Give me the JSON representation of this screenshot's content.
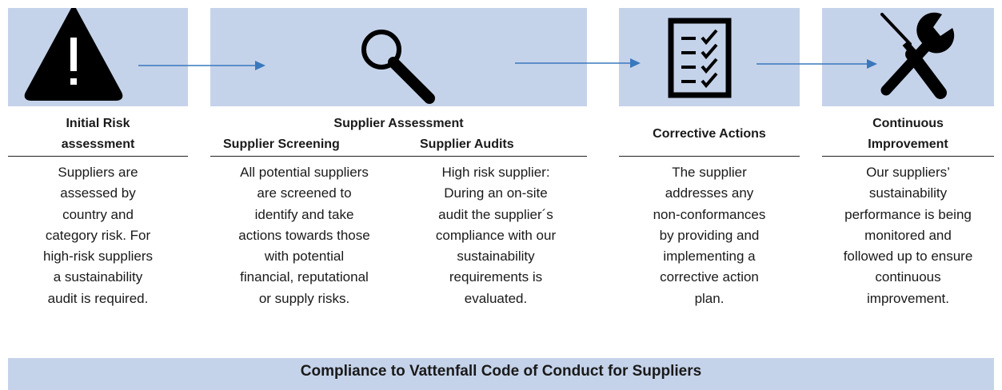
{
  "steps": {
    "initial_risk": {
      "icon": "warning-icon",
      "title": "Initial Risk assessment",
      "title_line1": "Initial Risk",
      "title_line2": "assessment",
      "body": [
        "Suppliers are",
        "assessed by",
        "country and",
        "category risk. For",
        "high-risk suppliers",
        "a sustainability",
        "audit is required."
      ]
    },
    "supplier_assessment": {
      "icon": "search-icon",
      "title": "Supplier Assessment",
      "screening": {
        "title": "Supplier Screening",
        "body": [
          "All potential suppliers",
          "are screened to",
          "identify and take",
          "actions towards those",
          "with potential",
          "financial, reputational",
          "or supply risks."
        ]
      },
      "audits": {
        "title": "Supplier Audits",
        "body": [
          "High risk supplier:",
          "During an on-site",
          "audit the supplier´s",
          "compliance with our",
          "sustainability",
          "requirements is",
          "evaluated."
        ]
      }
    },
    "corrective_actions": {
      "icon": "checklist-icon",
      "title": "Corrective Actions",
      "body": [
        "The supplier",
        "addresses any",
        "non-conformances",
        "by providing and",
        "implementing a",
        "corrective action",
        "plan."
      ]
    },
    "continuous_improvement": {
      "icon": "tools-icon",
      "title_line1": "Continuous",
      "title_line2": "Improvement",
      "body": [
        "Our suppliers’",
        "sustainability",
        "performance is being",
        "monitored and",
        "followed up to ensure",
        "continuous",
        "improvement."
      ]
    }
  },
  "footer": {
    "text": "Compliance to Vattenfall Code of Conduct for Suppliers"
  },
  "colors": {
    "box_fill": "#c5d3ea",
    "arrow": "#3a78bd",
    "icon": "#000000"
  }
}
